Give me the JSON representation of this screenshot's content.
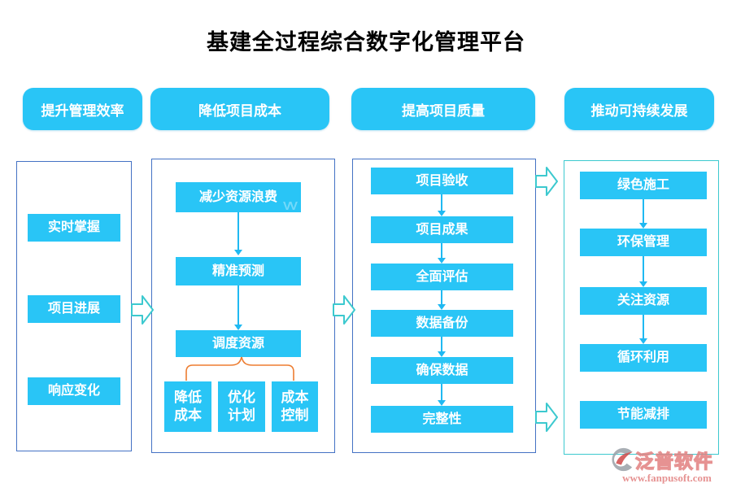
{
  "title": "基建全过程综合数字化管理平台",
  "columns": [
    {
      "header": "提升管理效率",
      "items": [
        "实时掌握",
        "项目进展",
        "响应变化"
      ]
    },
    {
      "header": "降低项目成本",
      "flow": [
        "减少资源浪费",
        "精准预测",
        "调度资源"
      ],
      "branches": [
        "降低\n成本",
        "优化\n计划",
        "成本\n控制"
      ]
    },
    {
      "header": "提高项目质量",
      "flow": [
        "项目验收",
        "项目成果",
        "全面评估",
        "数据备份",
        "确保数据",
        "完整性"
      ]
    },
    {
      "header": "推动可持续发展",
      "flow": [
        "绿色施工",
        "环保管理",
        "关注资源",
        "循环利用",
        "节能减排"
      ]
    }
  ],
  "logo": {
    "name": "泛普软件",
    "url": "www.fanpusoft.com"
  },
  "colors": {
    "box_cyan": "#29C5F6",
    "arrow_cyan": "#1FB9F2",
    "panel_border_blue": "#4472C4",
    "panel_border_cyan": "#3CC9CF",
    "bracket_orange": "#ED7D31",
    "logo_red": "#E2807F"
  }
}
